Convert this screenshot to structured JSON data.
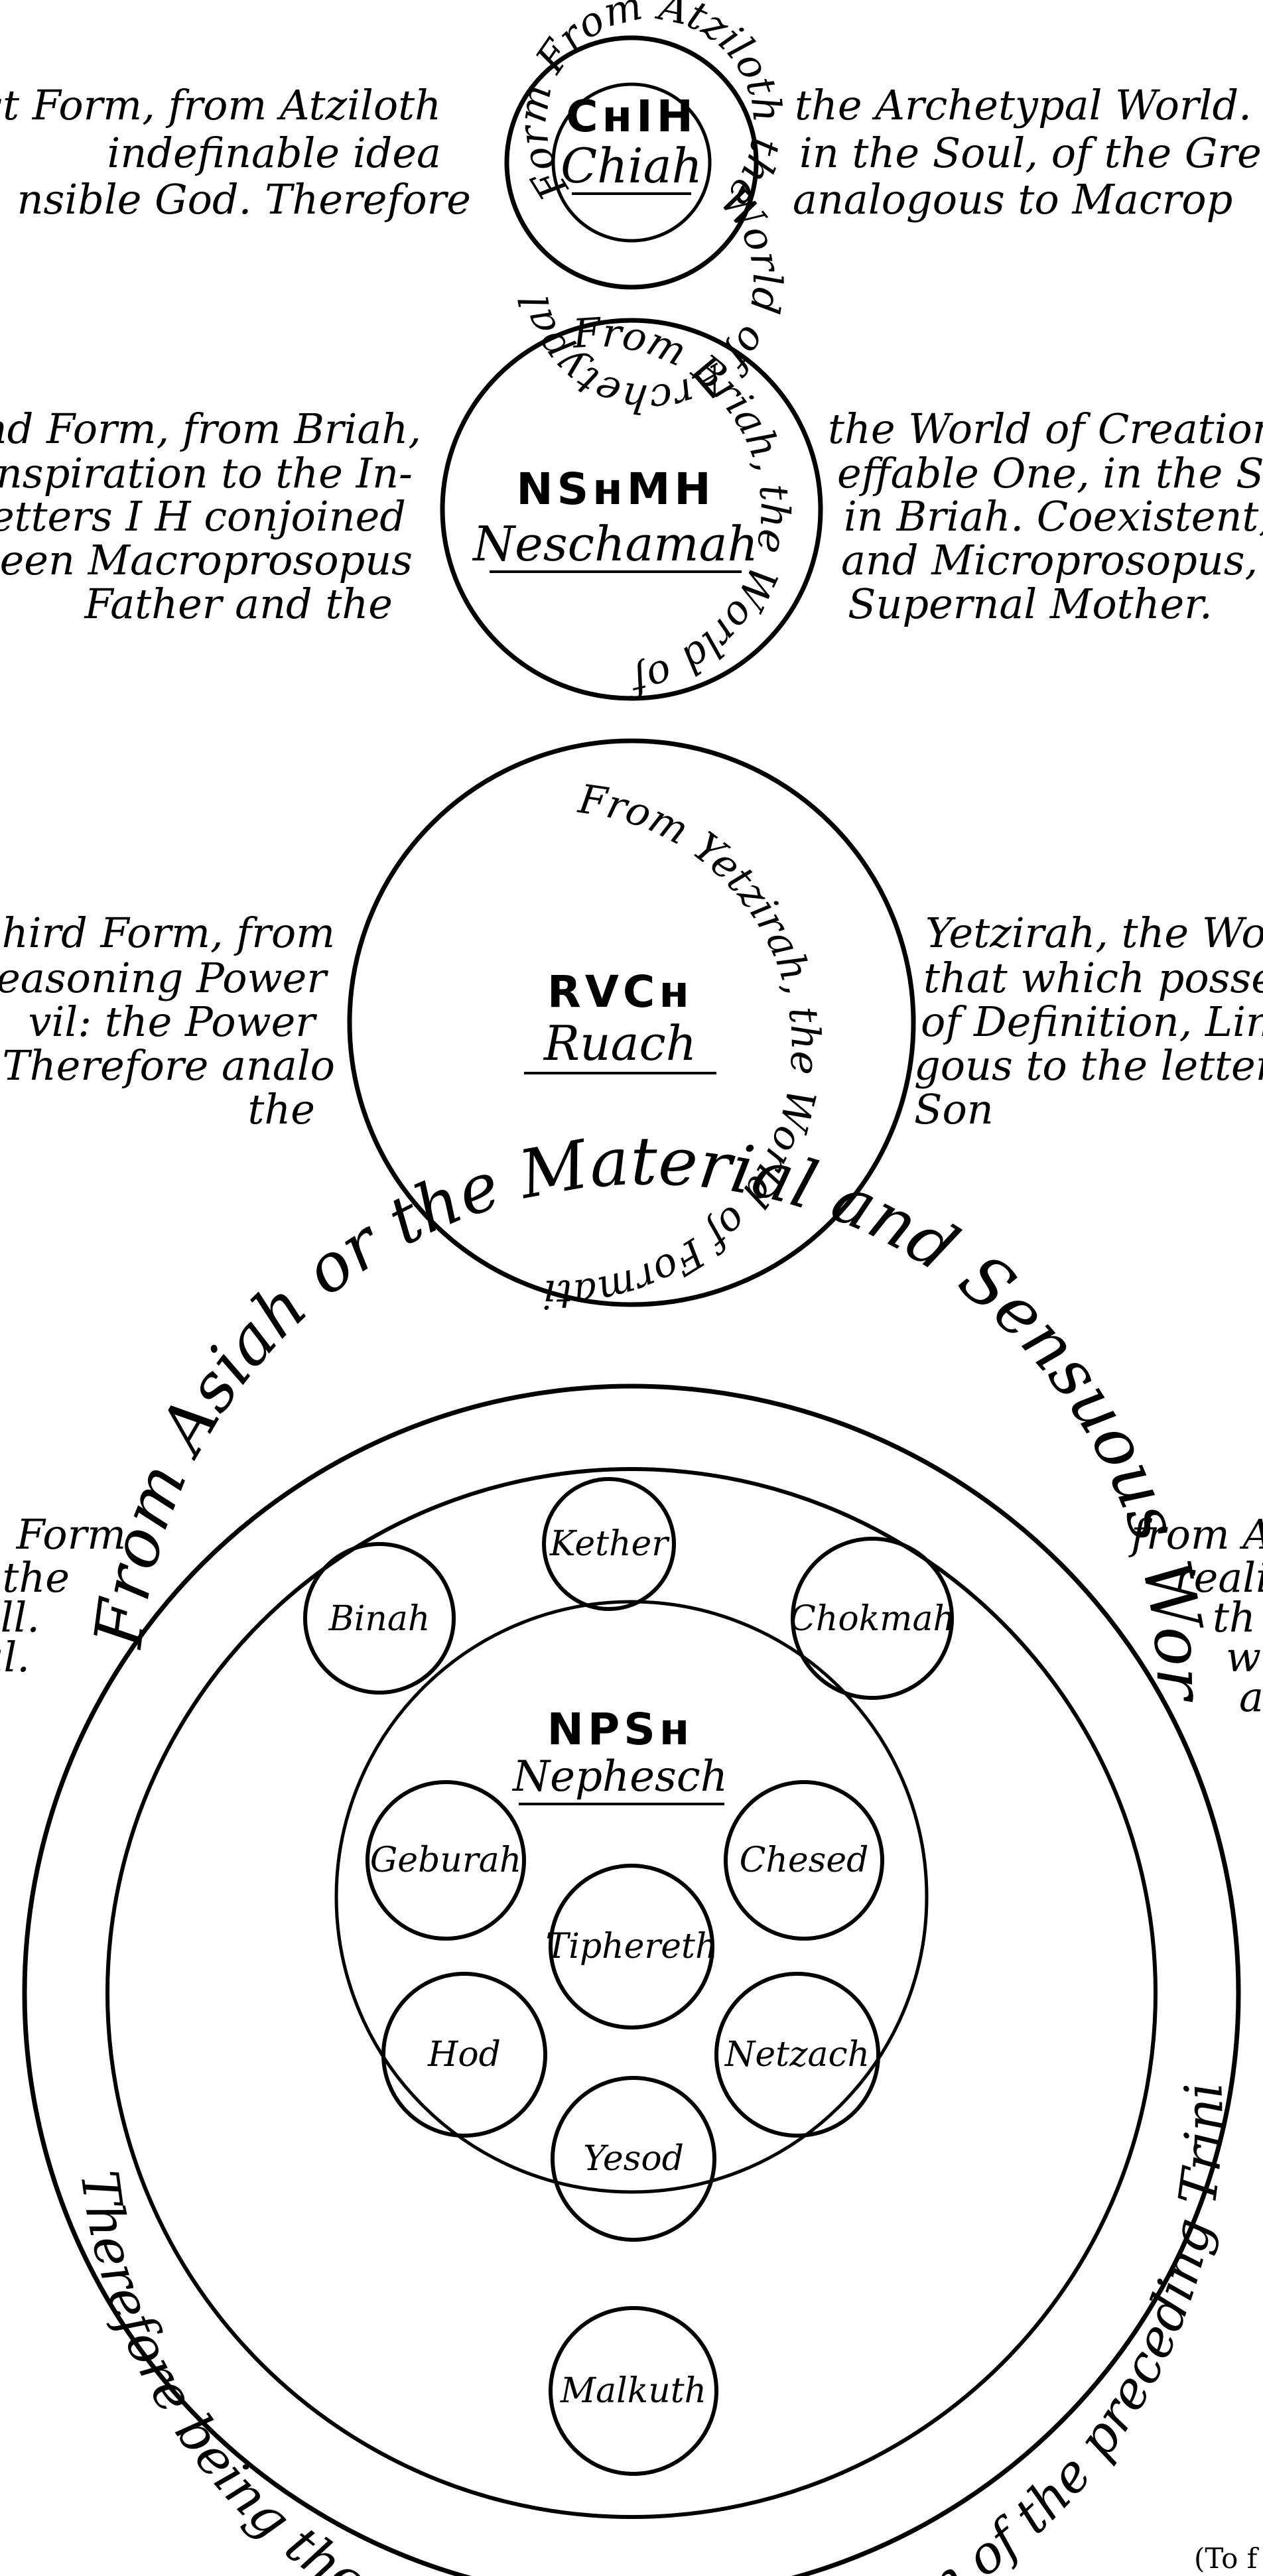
{
  "chiah": {
    "hebrew": "CʜIH",
    "name": "Chiah",
    "ring": "Form From Atziloth the World of Archetypal",
    "left": [
      "st Form, from Atziloth",
      "indefinable idea",
      "nsible God. Therefore"
    ],
    "right": [
      "the Archetypal World.",
      "in the Soul, of the Gre",
      "analogous to Macrop"
    ]
  },
  "neschamah": {
    "hebrew": "NSʜMH",
    "name": "Neschamah",
    "ring": "From Briah, the World of Creation",
    "left": [
      "second Form, from Briah,",
      "nspiration to the In-",
      "he letters I H conjoined",
      "Between Macroprosopus",
      "Father and the"
    ],
    "right": [
      "the World of Creation,",
      "effable One, in the S",
      "in Briah. Coexistent, Co",
      "and Microprosopus, t",
      "Supernal Mother."
    ]
  },
  "ruach": {
    "hebrew": "RVCʜ",
    "name": "Ruach",
    "ring": "From Yetzirah, the World of Formation.",
    "left": [
      "hird Form, from",
      "Reasoning Power",
      "vil: the Power",
      "n. Therefore analo",
      "the"
    ],
    "right": [
      "Yetzirah, the Wo",
      "that which posses",
      "of Definition, Lin",
      "gous to the letter",
      "Son"
    ]
  },
  "nephesch": {
    "hebrew": "NPSʜ",
    "name": "Nephesch",
    "ring_top": "From Asiah or the Material and Sensuous World",
    "ring_bottom": "Therefore being the Reflection & Realization of the preceding Trinity",
    "left": [
      "h Form",
      "the",
      "ll.",
      "al."
    ],
    "right": [
      "from A",
      "reali",
      "th",
      "wh",
      "a"
    ],
    "sephiroth": {
      "kether": "Kether",
      "binah": "Binah",
      "chokmah": "Chokmah",
      "geburah": "Geburah",
      "chesed": "Chesed",
      "tiphereth": "Tiphereth",
      "hod": "Hod",
      "netzach": "Netzach",
      "yesod": "Yesod",
      "malkuth": "Malkuth"
    }
  },
  "footnote": "(To f"
}
